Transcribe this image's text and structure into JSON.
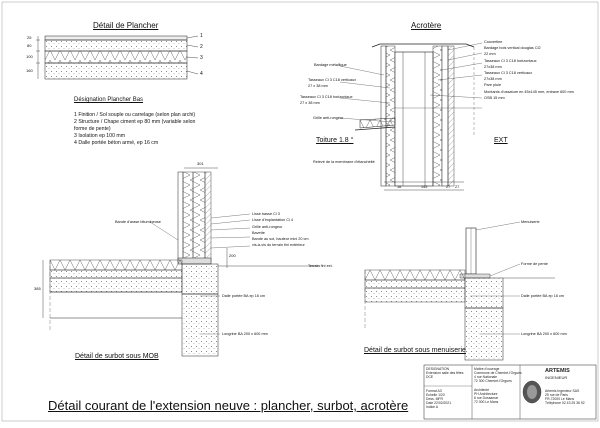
{
  "plancher": {
    "title": "Détail de Plancher",
    "callouts": [
      "1",
      "2",
      "3",
      "4"
    ],
    "dims": [
      "25",
      "80",
      "100",
      "160"
    ],
    "designation_title": "Désignation Plancher Bas",
    "items": [
      "1  Finition / Sol souple ou carrelage (selon plan archi)",
      "2  Structure / Chape ciment ep 80 mm (variable selon",
      "     forme de pente)",
      "3  Isolation ep 100 mm",
      "4  Dalle portée béton armé, ep 16 cm"
    ]
  },
  "acrotere": {
    "title": "Acrotère",
    "labels_right": [
      "Couvertine",
      "Bardage bois vertical douglas Cl2",
      "22 mm",
      "Tasseaux Cl 3 C18 horizontaux",
      "27x38 mm",
      "Tasseaux Cl 3 C18 verticaux",
      "27x38 mm",
      "Pare pluie",
      "Montants d'ossature en 45x145 mm, entraxe 600 mm",
      "OSB 15 mm"
    ],
    "labels_left": [
      "Bardage métallique",
      "Tasseaux Cl 3 C18 verticaux",
      "27 x 38 mm",
      "Tasseaux Cl 3 C18 horizontaux",
      "27 x 38 mm",
      "Grille anti-rongeur"
    ],
    "toiture": "Toiture 1.8 °",
    "ext": "EXT",
    "releve": "Relevé de la membrane d'étanchéité",
    "dims": [
      "16",
      "145",
      "27",
      "27"
    ]
  },
  "mob": {
    "title": "Détail de surbot sous MOB",
    "dim_top": "301",
    "dim_side": "385",
    "dim_small": "200",
    "labels": [
      "Lisse basse Cl 3",
      "Lisse d'implantation Cl 4",
      "Grille anti-rongeur",
      "Bavette",
      "Bande au sol, hauteur mini 20 cm",
      "vis-à-vis du terrain fini extérieur"
    ],
    "bande": "Bande d'arase bitumineuse",
    "terrain": "Terrain fini ext.",
    "dalle": "Dalle portée BA ep 16 cm",
    "longrine": "Longrine BA 200 x 600 mm"
  },
  "menuiserie": {
    "title": "Détail de surbot sous menuiserie",
    "menuiserie": "Menuiserie",
    "seuil": "Forme de pente",
    "dalle": "Dalle portée BA ep 16 cm",
    "longrine": "Longrine BA 200 x 600 mm"
  },
  "main_title": "Détail courant de l'extension neuve : plancher, surbot, acrotère",
  "titleblock": {
    "left": [
      "DESIGNATION",
      "Extension salle des fêtes",
      "DCE",
      "",
      "Format    A3",
      "Echelle   1/20",
      "Dess.     MFR",
      "Date      22/02/2021",
      "Indice    A"
    ],
    "mid": [
      "Maître d'ouvrage",
      "Commune de Chemiré-l'Orgues",
      "4 rue Nationale",
      "72 300 Chemiré-l'Orgues",
      "",
      "Architecte",
      "PH Architecture",
      "6 rue Dossamar",
      "72 000 Le Mans"
    ],
    "brand": "ARTEMIS",
    "brand_sub": "INGENIEUR",
    "right": [
      "Artemis Ingenieur SAS",
      "25 rue de Paris",
      "FR-72000 Le Mans",
      "Téléphone 02 43 25 36 92"
    ]
  }
}
